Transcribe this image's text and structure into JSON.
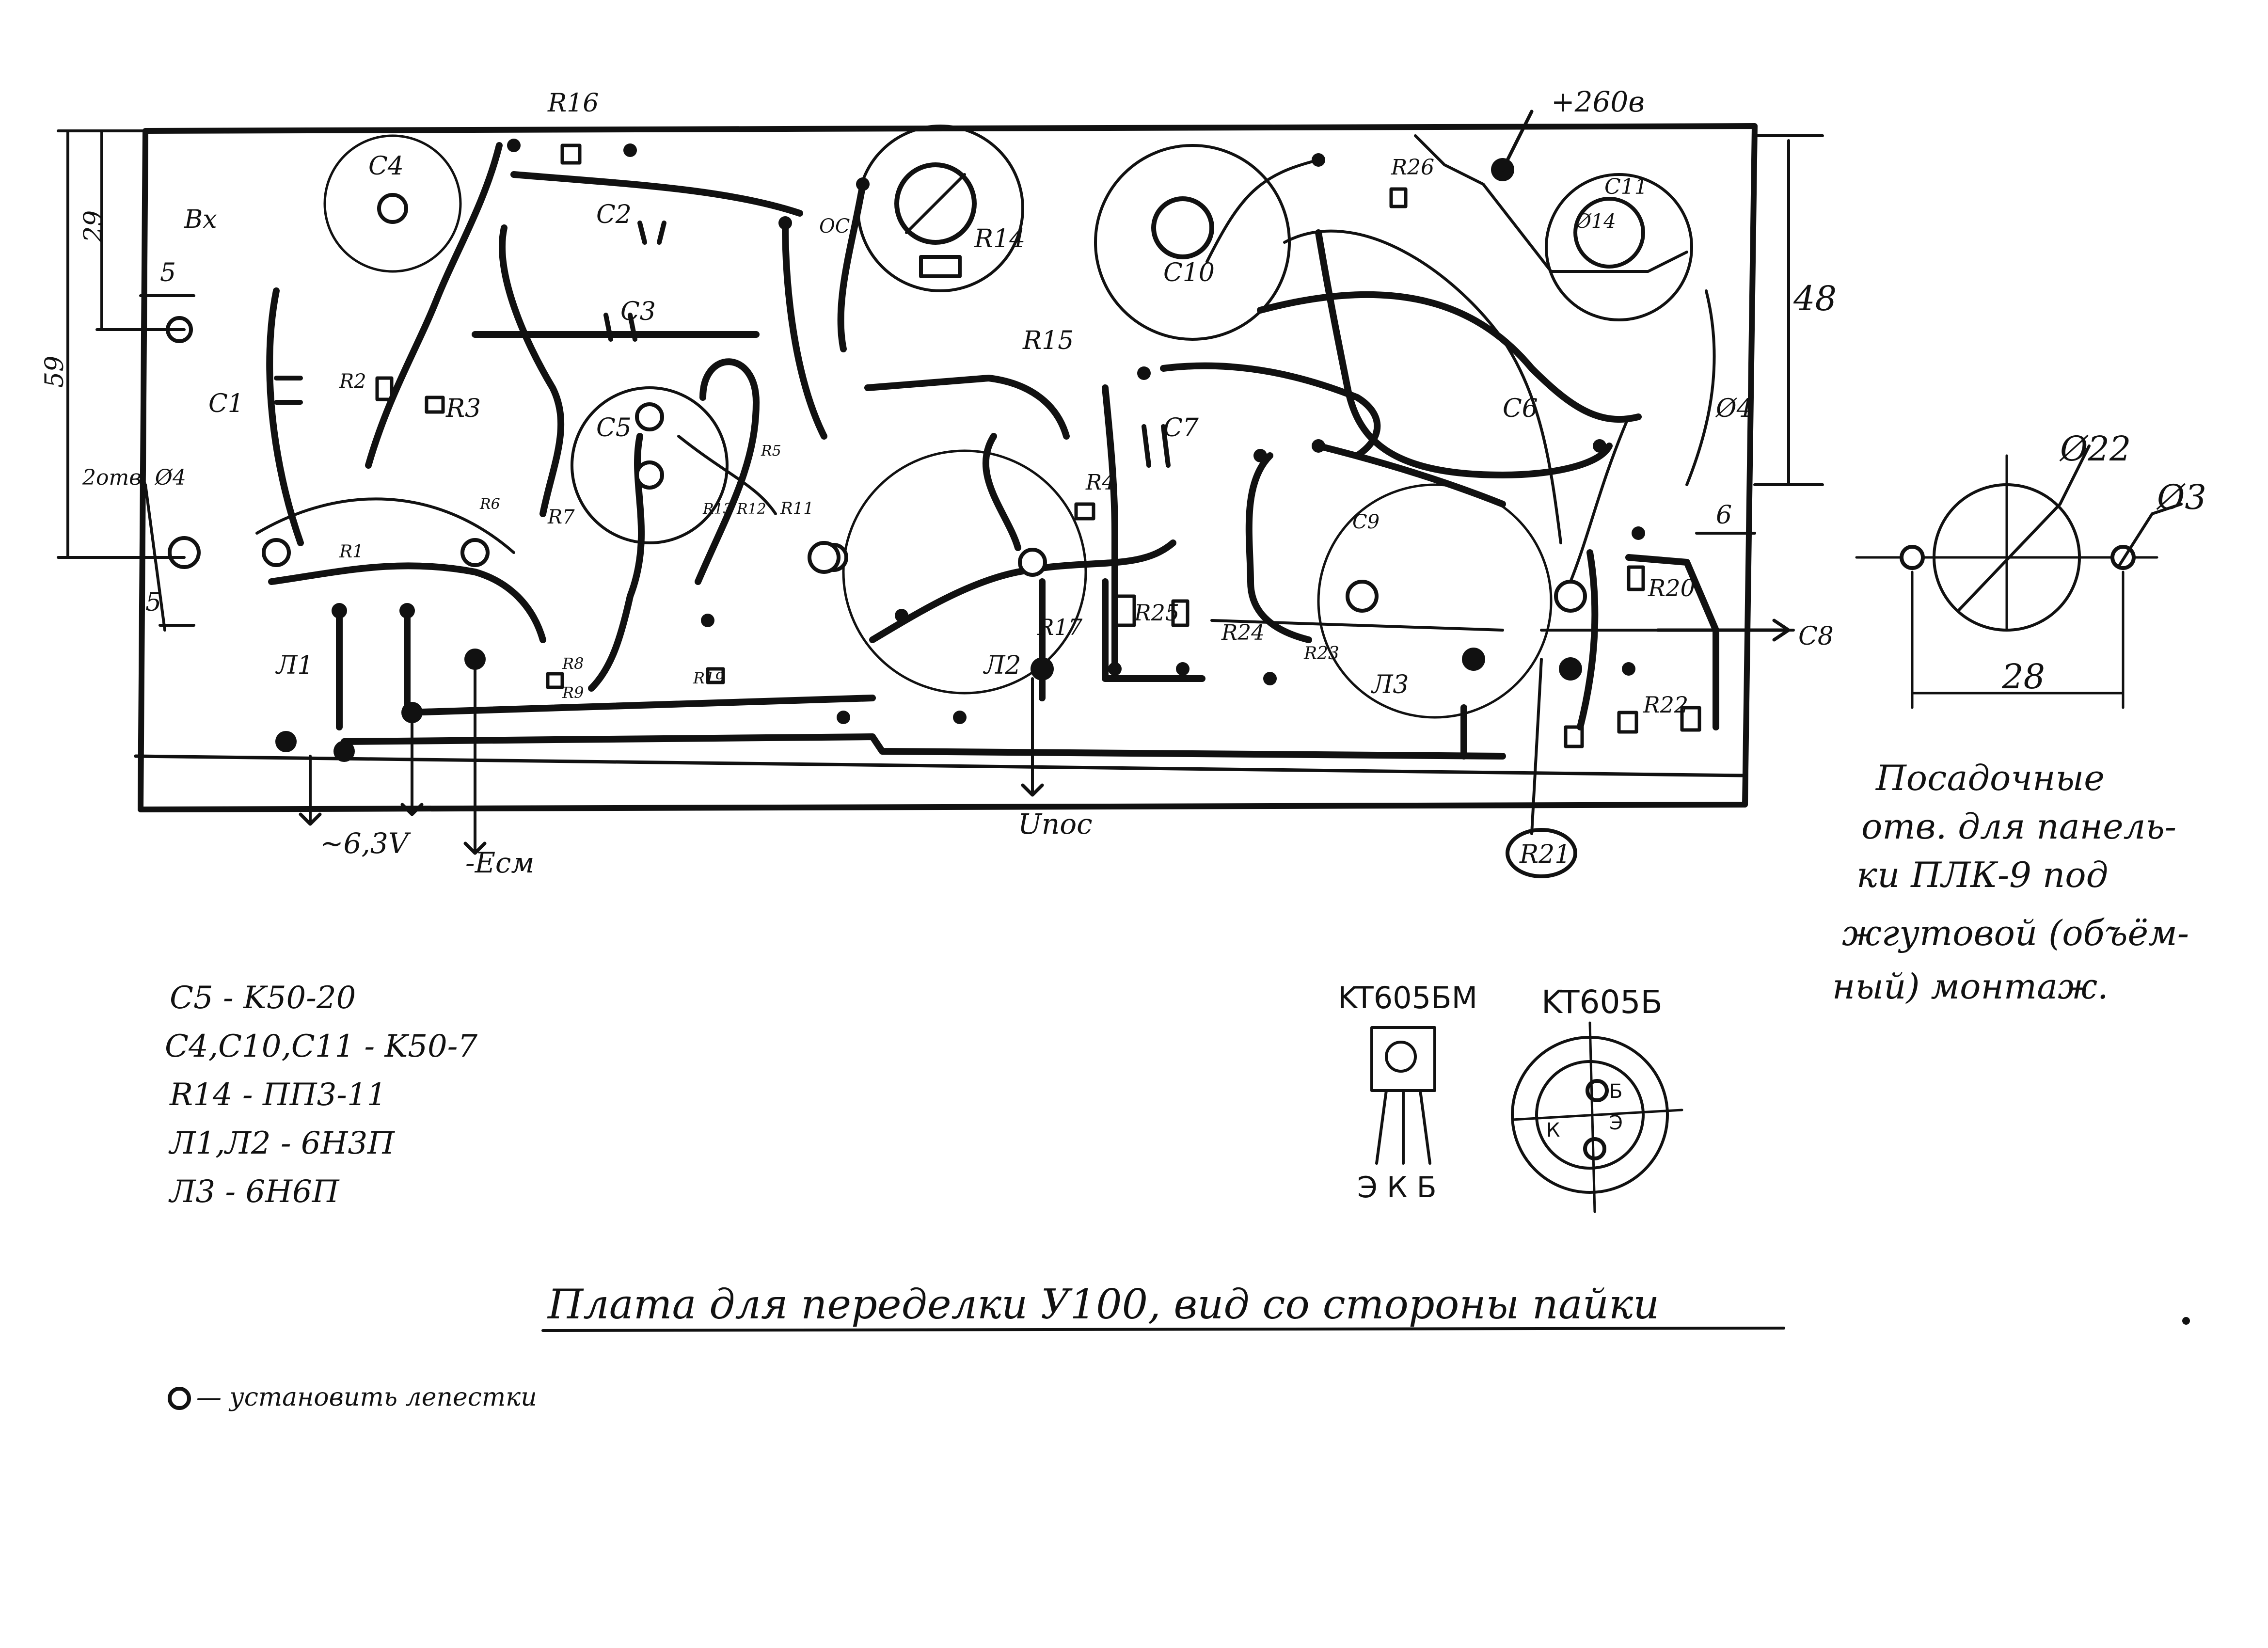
{
  "board": {
    "components": {
      "r16": "R16",
      "c4": "C4",
      "c2": "C2",
      "c3": "C3",
      "c1": "C1",
      "r2": "R2",
      "r3": "R3",
      "r1": "R1",
      "r5": "R5",
      "r6": "R6",
      "r7": "R7",
      "r8": "R8",
      "r9": "R9",
      "r19": "R19",
      "r11": "R11",
      "r12": "R12",
      "r13": "R13",
      "c5": "C5",
      "r14": "R14",
      "r15": "R15",
      "r4": "R4",
      "c7": "C7",
      "r17": "R17",
      "r25": "R25",
      "r24": "R24",
      "r23": "R23",
      "c9": "C9",
      "c10": "C10",
      "r26": "R26",
      "c11": "C11",
      "c6": "C6",
      "r20": "R20",
      "r22": "R22",
      "r21": "R21",
      "l1": "Л1",
      "l2": "Л2",
      "l3": "Л3",
      "vx": "Вх",
      "c8": "C8"
    },
    "terminals": {
      "plus260": "+260в",
      "heater": "~6,3V",
      "bias": "-Eсм",
      "feedback": "Uпос",
      "c8_out": "C8",
      "oc": "ОС"
    },
    "dimensions": {
      "d29": "29",
      "d59": "59",
      "d5_top": "5",
      "d5_bottom": "5",
      "d48": "48",
      "d6": "6",
      "holes_left": "2отв. Ø4",
      "d4_right": "Ø4",
      "d14": "Ø14"
    }
  },
  "mount_holes": {
    "d22": "Ø22",
    "d3": "Ø3",
    "d28": "28",
    "note_lines": [
      "Посадочные",
      "отв. для панель-",
      "ки ПЛК-9 под",
      "жгутовой (объём-",
      "ный) монтаж."
    ]
  },
  "parts_list": [
    "C5 - K50-20",
    "C4,C10,C11 - K50-7",
    "R14 - ПП3-11",
    "Л1,Л2 - 6Н3П",
    "Л3 - 6Н6П"
  ],
  "transistors": {
    "kt605bm": "KT605БМ",
    "kt605b": "KT605Б",
    "pins_bm": "Э К Б",
    "pin_b": "Б",
    "pin_e": "Э",
    "pin_k": "К"
  },
  "title": "Плата для переделки У100, вид со стороны пайки",
  "legend": "— установить лепестки",
  "colors": {
    "ink": "#111111",
    "paper": "#ffffff"
  }
}
